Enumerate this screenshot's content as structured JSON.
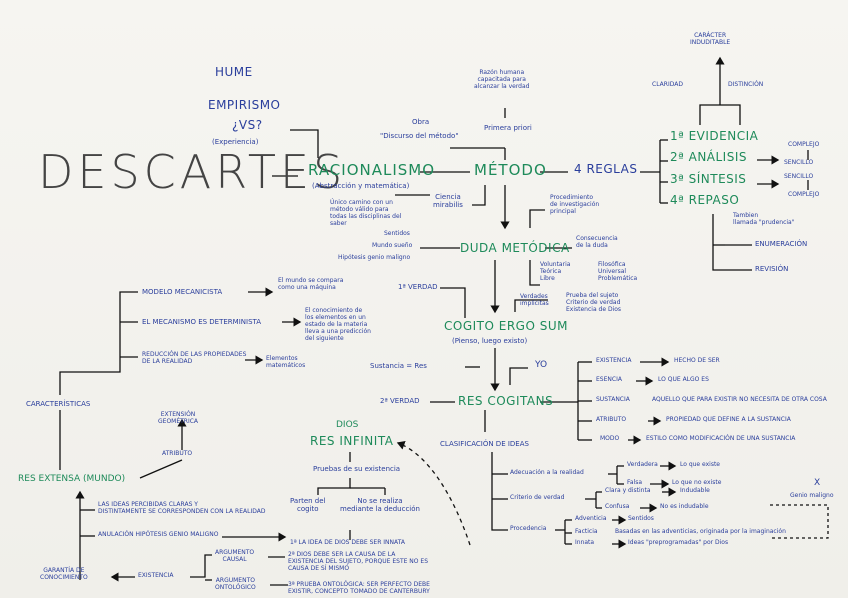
{
  "title": "DESCARTES",
  "header": {
    "hume": "HUME",
    "empirismo": "EMPIRISMO",
    "vs": "¿VS?",
    "experiencia": "(Experiencia)",
    "racionalismo": "RACIONALISMO",
    "racionalismo_sub": "(Abstracción y matemática)",
    "unico_camino": [
      "Único camino con un",
      "método válido para",
      "todas las disciplinas del",
      "saber"
    ],
    "obra": "Obra",
    "discurso": "\"Discurso del método\"",
    "razon": [
      "Razón humana",
      "capacitada para",
      "alcanzar la verdad"
    ],
    "primera_priori": "Primera priori",
    "ciencia": [
      "Ciencia",
      "mirabilis"
    ],
    "metodo": "MÉTODO",
    "reglas": "4 REGLAS",
    "caracter": [
      "CARÁCTER",
      "INDUDITABLE"
    ],
    "claridad": "CLARIDAD",
    "distincion": "DISTINCIÓN",
    "reglas_list": [
      "1ª EVIDENCIA",
      "2ª ANÁLISIS",
      "3ª SÍNTESIS",
      "4ª REPASO"
    ],
    "complejo_sencillo": [
      "COMPLEJO",
      "SENCILLO"
    ],
    "sencillo_complejo": [
      "SENCILLO",
      "COMPLEJO"
    ],
    "repaso_sub": [
      "Tambien",
      "llamada \"prudencia\""
    ],
    "enumeracion": "ENUMERACIÓN",
    "revision": "REVISIÓN"
  },
  "duda": {
    "procedimiento": [
      "Procedimiento",
      "de investigación",
      "principal"
    ],
    "sentidos": "Sentidos",
    "sueno": "Mundo sueño",
    "genio": "Hipótesis genio maligno",
    "label": "DUDA METÓDICA",
    "consecuencia": [
      "Consecuencia",
      "de la duda"
    ],
    "cols_left": [
      "Voluntaria",
      "Teórica",
      "Libre"
    ],
    "cols_right": [
      "Filosófica",
      "Universal",
      "Problemática"
    ],
    "primera_verdad": "1ª VERDAD",
    "verdades": [
      "Verdades",
      "implícitas"
    ],
    "verdades_list": [
      "Prueba del sujeto",
      "Criterio de verdad",
      "Existencia de Dios"
    ]
  },
  "cogito": {
    "label": "COGITO ERGO SUM",
    "sub": "(Pienso, luego existo)",
    "sustancia": "Sustancia = Res",
    "yo": "YO",
    "segunda_verdad": "2ª VERDAD",
    "res_cogitans": "RES COGITANS"
  },
  "cogitans_props": [
    {
      "k": "EXISTENCIA",
      "v": "HECHO DE SER"
    },
    {
      "k": "ESENCIA",
      "v": "LO QUE ALGO ES"
    },
    {
      "k": "SUSTANCIA",
      "v": "AQUELLO QUE PARA EXISTIR NO NECESITA DE OTRA COSA"
    },
    {
      "k": "ATRIBUTO",
      "v": "PROPIEDAD QUE DEFINE A LA SUSTANCIA"
    },
    {
      "k": "MODO",
      "v": "ESTILO COMO MODIFICACIÓN DE UNA SUSTANCIA"
    }
  ],
  "ideas": {
    "clasificacion": "CLASIFICACIÓN DE IDEAS",
    "adecuacion": "Adecuación a la realidad",
    "verdadera": "Verdadera",
    "lo_que_existe": "Lo que existe",
    "falsa": "Falsa",
    "no_existe": "Lo que no existe",
    "criterio": "Criterio de verdad",
    "clara": "Clara y distinta",
    "indudable": "Indudable",
    "confusa": "Confusa",
    "no_indudable": "No es indudable",
    "procedencia": "Procedencia",
    "adventicia": "Adventicia",
    "sentidos": "Sentidos",
    "facticia": "Facticia",
    "facticia_v": "Basadas en las adventicias, originada por la imaginación",
    "innata": "Innata",
    "innata_v": "Ideas \"preprogramadas\" por Dios",
    "genio_x": "X",
    "genio": "Genio maligno"
  },
  "dios": {
    "dios": "DIOS",
    "res_infinita": "RES INFINITA",
    "pruebas": "Pruebas de su existencia",
    "parten": [
      "Parten del",
      "cogito"
    ],
    "no_se_realiza": [
      "No se realiza",
      "mediante la deducción"
    ],
    "p1": "1ª LA IDEA DE DIOS DEBE SER INNATA",
    "p2": [
      "2ª DIOS DEBE SER LA CAUSA DE LA",
      "EXISTENCIA DEL SUJETO, PORQUE ESTE NO ES",
      "CAUSA DE SÍ MISMO"
    ],
    "p3": [
      "3ª PRUEBA ONTOLÓGICA: SER PERFECTO DEBE",
      "EXISTIR, CONCEPTO TOMADO DE CANTERBURY"
    ]
  },
  "extensa": {
    "caracteristicas": "CARACTERÍSTICAS",
    "modelo": "MODELO MECANICISTA",
    "modelo_v": [
      "El mundo se compara",
      "como una máquina"
    ],
    "mecanismo": "EL MECANISMO ES DETERMINISTA",
    "mecanismo_v": [
      "El conocimiento de",
      "los elementos en un",
      "estado de la materia",
      "lleva a una predicción",
      "del siguiente"
    ],
    "reduccion": [
      "REDUCCIÓN DE LAS PROPIEDADES",
      "DE LA REALIDAD"
    ],
    "reduccion_v": [
      "Elementos",
      "matemáticos"
    ],
    "extension": [
      "EXTENSIÓN",
      "GEOMÉTRICA"
    ],
    "atributo": "ATRIBUTO",
    "res_extensa": "RES EXTENSA (MUNDO)",
    "ideas_claras": [
      "LAS IDEAS PERCIBIDAS CLARAS Y",
      "DISTINTAMENTE SE CORRESPONDEN CON LA REALIDAD"
    ],
    "anulacion": "ANULACIÓN HIPÓTESIS GENIO MALIGNO",
    "garantia": [
      "GARANTÍA DE",
      "CONOCIMIENTO"
    ],
    "existencia": "EXISTENCIA",
    "arg_causal": [
      "ARGUMENTO",
      "CAUSAL"
    ],
    "arg_onto": [
      "ARGUMENTO",
      "ONTOLÓGICO"
    ]
  }
}
